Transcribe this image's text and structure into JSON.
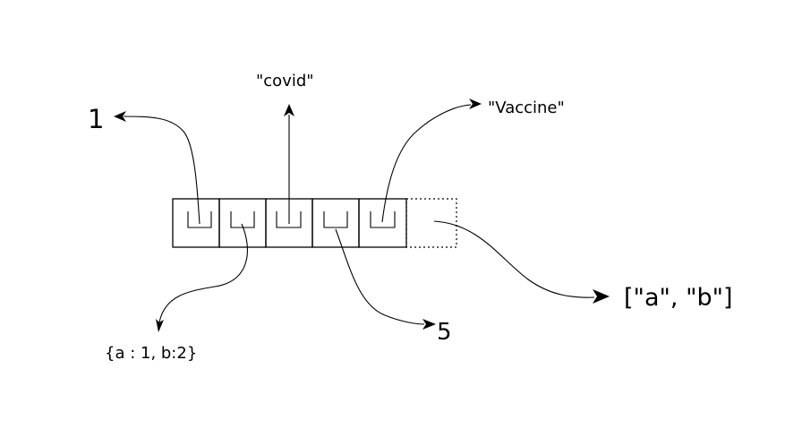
{
  "labels": {
    "one": "1",
    "covid": "\"covid\"",
    "vaccine": "\"Vaccine\"",
    "object": "{a : 1, b:2}",
    "five": "5",
    "array": "[\"a\", \"b\"]"
  },
  "colors": {
    "ink": "#000000",
    "background": "#ffffff"
  }
}
